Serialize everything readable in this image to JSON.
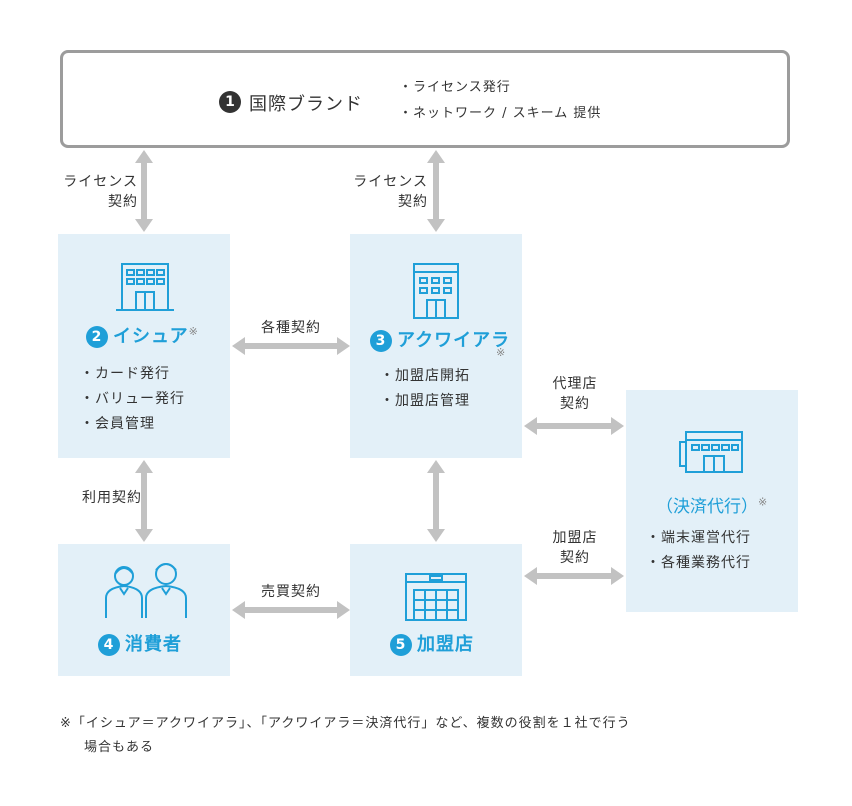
{
  "colors": {
    "accent": "#1f9fd8",
    "panel": "#e3f0f8",
    "arrow": "#c2c2c2"
  },
  "brand": {
    "number": "1",
    "title": "国際ブランド",
    "bullets": [
      "ライセンス発行",
      "ネットワーク / スキーム 提供"
    ]
  },
  "issuer": {
    "number": "2",
    "title": "イシュア",
    "note": "※",
    "icon": "building-icon",
    "bullets": [
      "カード発行",
      "バリュー発行",
      "会員管理"
    ]
  },
  "acquirer": {
    "number": "3",
    "title": "アクワイアラ",
    "note": "※",
    "icon": "building-icon",
    "bullets": [
      "加盟店開拓",
      "加盟店管理"
    ]
  },
  "consumer": {
    "number": "4",
    "title": "消費者",
    "icon": "people-icon"
  },
  "merchant": {
    "number": "5",
    "title": "加盟店",
    "icon": "store-icon"
  },
  "agent": {
    "title": "（決済代行）",
    "note": "※",
    "icon": "shop-icon",
    "bullets": [
      "端末運営代行",
      "各種業務代行"
    ]
  },
  "labels": {
    "license_left": [
      "ライセンス",
      "契約"
    ],
    "license_right": [
      "ライセンス",
      "契約"
    ],
    "various": "各種契約",
    "agency": [
      "代理店",
      "契約"
    ],
    "usage": "利用契約",
    "sales": "売買契約",
    "merchant_contract": [
      "加盟店",
      "契約"
    ]
  },
  "footnote": [
    "※「イシュア＝アクワイアラ」、「アクワイアラ＝決済代行」など、複数の役割を１社で行う",
    "場合もある"
  ]
}
